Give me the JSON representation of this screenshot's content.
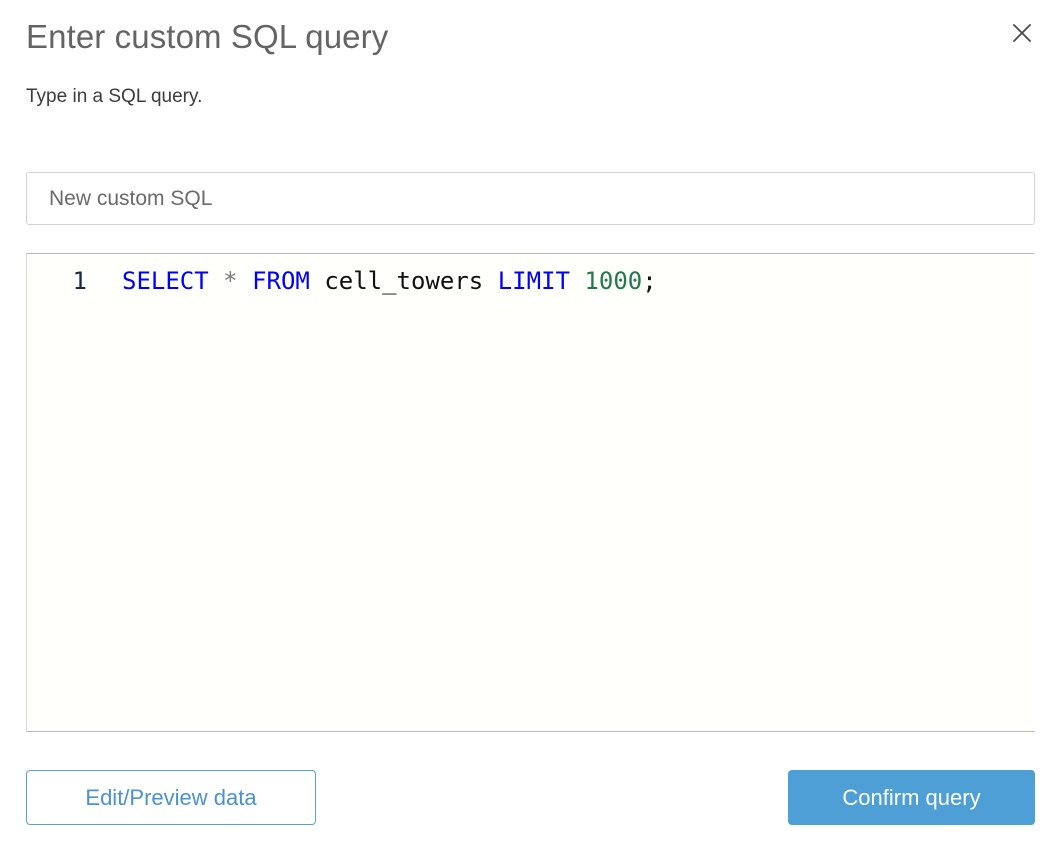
{
  "dialog": {
    "title": "Enter custom SQL query",
    "subtitle": "Type in a SQL query.",
    "close_icon": "close-icon"
  },
  "name_field": {
    "value": "",
    "placeholder": "New custom SQL"
  },
  "editor": {
    "line_number": "1",
    "tokens": {
      "select": "SELECT",
      "star": "*",
      "from": "FROM",
      "table": "cell_towers",
      "limit": "LIMIT",
      "count": "1000",
      "semicolon": ";",
      "sp1": " ",
      "sp2": " ",
      "sp3": " ",
      "sp4": " ",
      "sp5": " "
    },
    "full_query": "SELECT * FROM cell_towers LIMIT 1000;",
    "colors": {
      "keyword": "#0000ff",
      "operator": "#7a7a7a",
      "identifier": "#111111",
      "number": "#217a4b",
      "line_number": "#1a2744",
      "background": "#fffffc"
    }
  },
  "footer": {
    "secondary_label": "Edit/Preview data",
    "primary_label": "Confirm query",
    "primary_color": "#4d9fd6",
    "secondary_border_color": "#59a2d6"
  }
}
